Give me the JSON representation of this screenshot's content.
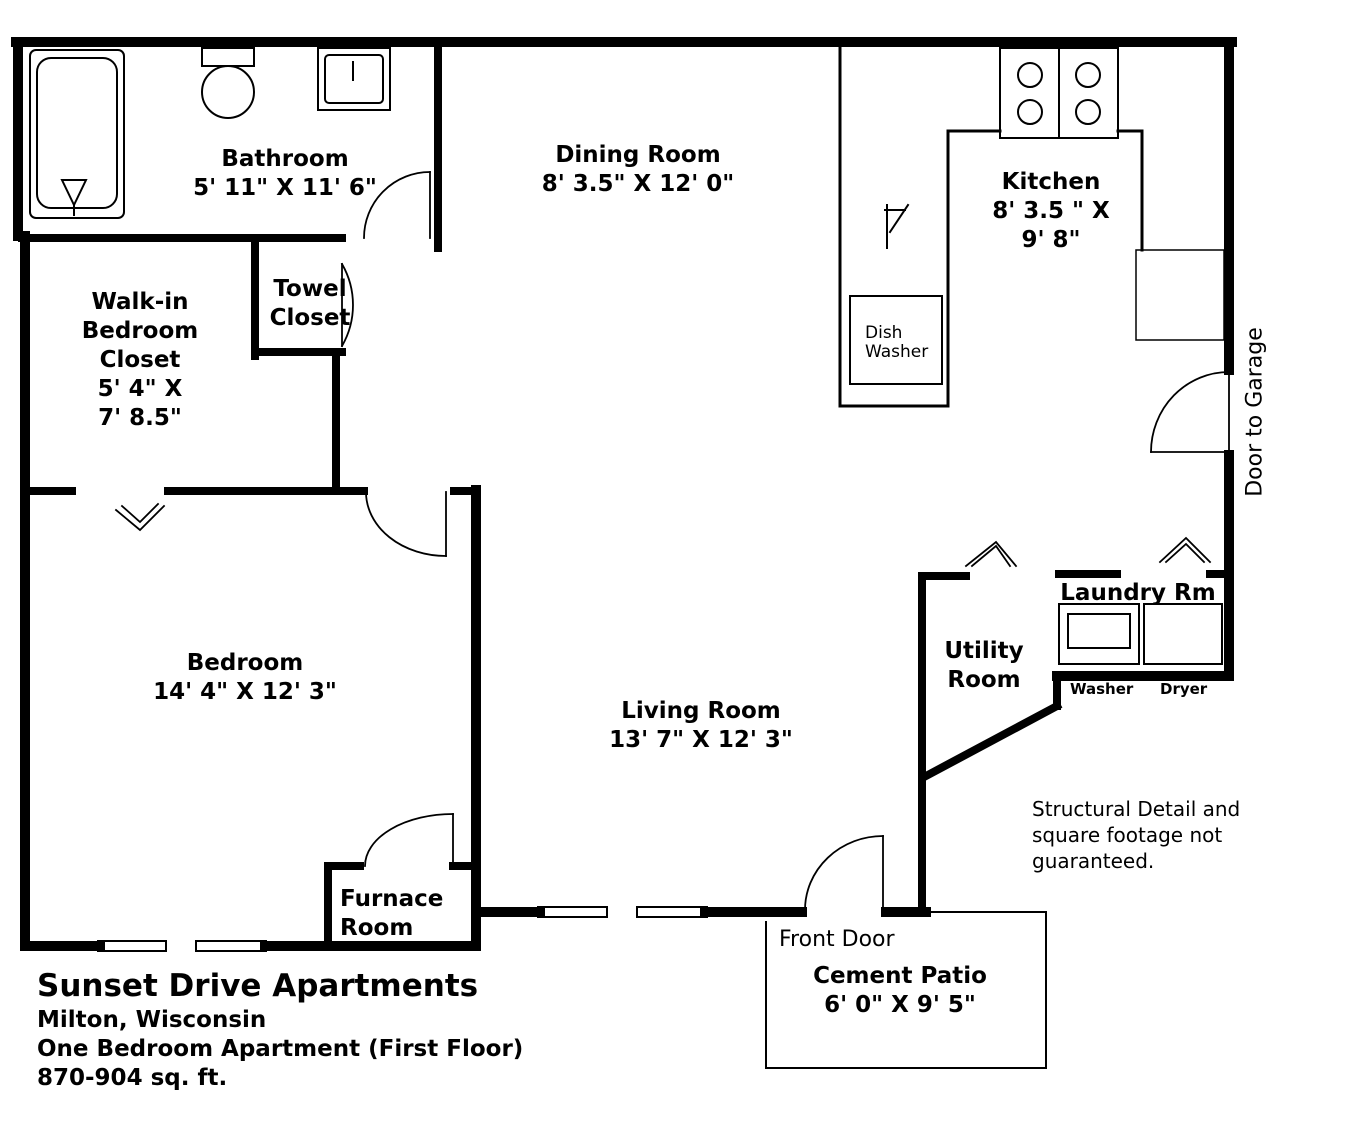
{
  "rooms": {
    "bathroom": {
      "name": "Bathroom",
      "size": "5' 11\" X 11' 6\""
    },
    "dining": {
      "name": "Dining Room",
      "size": "8' 3.5\" X 12' 0\""
    },
    "kitchen": {
      "name": "Kitchen",
      "size1": "8' 3.5 \" X",
      "size2": "9' 8\""
    },
    "walkin": {
      "line1": "Walk-in",
      "line2": "Bedroom",
      "line3": "Closet",
      "size1": "5' 4\" X",
      "size2": "7' 8.5\""
    },
    "towel": {
      "line1": "Towel",
      "line2": "Closet"
    },
    "bedroom": {
      "name": "Bedroom",
      "size": "14' 4\" X 12' 3\""
    },
    "living": {
      "name": "Living Room",
      "size": "13' 7\" X 12' 3\""
    },
    "utility": {
      "line1": "Utility",
      "line2": "Room"
    },
    "laundry": {
      "name": "Laundry Rm"
    },
    "furnace": {
      "line1": "Furnace",
      "line2": "Room"
    },
    "patio": {
      "name": "Cement Patio",
      "size": "6' 0\" X 9' 5\""
    }
  },
  "fixtures": {
    "dishwasher1": "Dish",
    "dishwasher2": "Washer",
    "washer": "Washer",
    "dryer": "Dryer"
  },
  "labels": {
    "front_door": "Front Door",
    "door_to_garage": "Door to Garage"
  },
  "note": {
    "line1": "Structural Detail and",
    "line2": "square footage not",
    "line3": "guaranteed."
  },
  "footer": {
    "title": "Sunset Drive Apartments",
    "line1": "Milton, Wisconsin",
    "line2": "One Bedroom Apartment (First Floor)",
    "line3": "870-904 sq. ft."
  }
}
